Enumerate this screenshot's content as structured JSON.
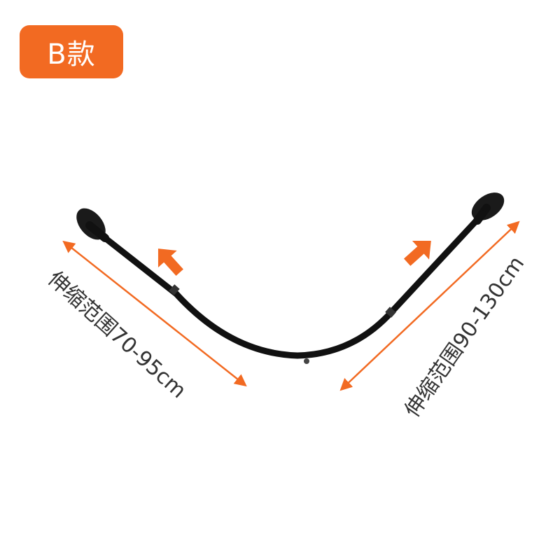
{
  "badge": {
    "label": "B款"
  },
  "left_range": {
    "label": "伸缩范围70-95cm"
  },
  "right_range": {
    "label": "伸缩范围90-130cm"
  },
  "colors": {
    "accent": "#f26a22",
    "rod": "#111111",
    "text": "#333333"
  },
  "icons": [
    "double-arrow-icon",
    "up-arrow-icon",
    "wall-flange-icon"
  ]
}
